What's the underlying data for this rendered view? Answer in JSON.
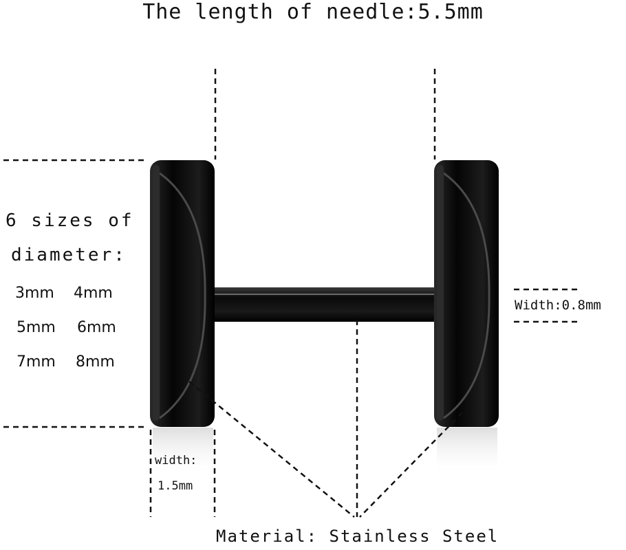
{
  "title": "The length of needle:5.5mm",
  "diameter_label": {
    "line1": "6 sizes of",
    "line2": "diameter:"
  },
  "sizes": [
    "3mm",
    "4mm",
    "5mm",
    "6mm",
    "7mm",
    "8mm"
  ],
  "bar_width_label": "Width:0.8mm",
  "disc_width_label": {
    "line1": "width:",
    "line2": "1.5mm"
  },
  "material_label": "Material: Stainless Steel",
  "colors": {
    "metal": "#0c0c0c",
    "highlight": "#5a5a5a",
    "dash": "#111111"
  }
}
